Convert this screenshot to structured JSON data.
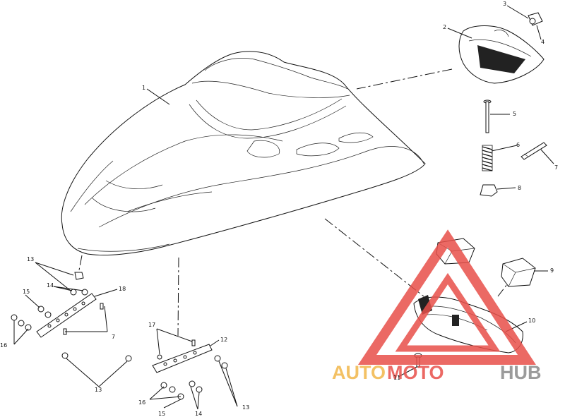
{
  "callouts": {
    "c1": "1",
    "c2": "2",
    "c3": "3",
    "c4": "4",
    "c5": "5",
    "c6": "6",
    "c7a": "7",
    "c7b": "7",
    "c8": "8",
    "c9": "9",
    "c10": "10",
    "c11": "11",
    "c12": "12",
    "c13a": "13",
    "c13b": "13",
    "c13c": "13",
    "c14a": "14",
    "c14b": "14",
    "c15a": "15",
    "c15b": "15",
    "c16a": "16",
    "c16b": "16",
    "c17": "17",
    "c18": "18"
  },
  "watermark": {
    "part1": "AUTO",
    "part2": "MOTO",
    "part3": "HUB",
    "color_primary": "#e8504a",
    "color_secondary": "#f2b74a",
    "color_tertiary": "#8a8a8a"
  }
}
